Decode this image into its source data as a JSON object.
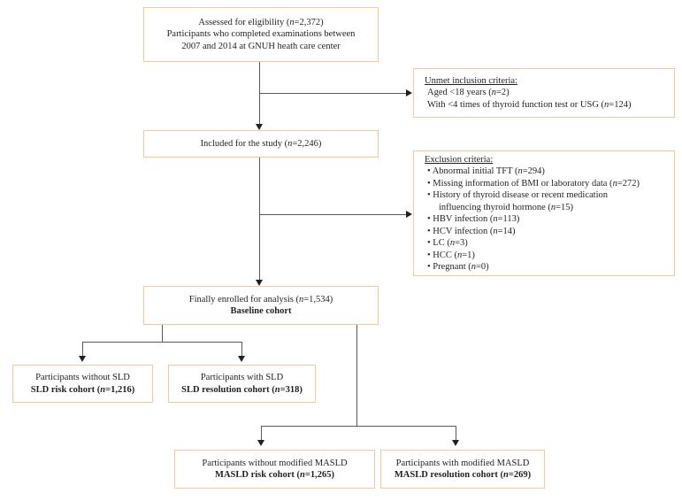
{
  "diagram": {
    "title": "Study participant flow diagram",
    "accent_color": "#f5c89a",
    "line_color": "#58595b",
    "text_color": "#231f20"
  },
  "boxes": {
    "assessed": {
      "name": "assessed-for-eligibility-box",
      "lines": [
        "Assessed for eligibility (n=2,372)",
        "Participants who completed examinations between",
        "2007 and 2014 at GNUH heath care center"
      ]
    },
    "unmet": {
      "name": "unmet-inclusion-criteria-box",
      "lines": [
        "Unmet inclusion criteria:",
        "Aged <18 years (n=2)",
        "With <4 times of thyroid function test or USG (n=124)"
      ]
    },
    "included": {
      "name": "included-for-study-box",
      "lines": [
        "Included for the study (n=2,246)"
      ]
    },
    "exclusion": {
      "name": "exclusion-criteria-box",
      "lines": [
        "Exclusion criteria:",
        "• Abnormal initial TFT (n=294)",
        "• Missing information of BMI or laboratory data (n=272)",
        "• History of thyroid disease or recent medication",
        "influencing thyroid hormone (n=15)",
        "• HBV infection (n=113)",
        "• HCV infection (n=14)",
        "• LC (n=3)",
        "• HCC (n=1)",
        "• Pregnant (n=0)"
      ]
    },
    "baseline": {
      "name": "baseline-cohort-box",
      "line1": "Finally enrolled for analysis (n=1,534)",
      "line2": "Baseline cohort"
    },
    "sld_risk": {
      "name": "sld-risk-cohort-box",
      "line1": "Participants without SLD",
      "line2": "SLD risk cohort (n=1,216)"
    },
    "sld_resolution": {
      "name": "sld-resolution-cohort-box",
      "line1": "Participants with SLD",
      "line2": "SLD resolution cohort (n=318)"
    },
    "masld_risk": {
      "name": "masld-risk-cohort-box",
      "line1": "Participants without modified MASLD",
      "line2": "MASLD risk cohort (n=1,265)"
    },
    "masld_resolution": {
      "name": "masld-resolution-cohort-box",
      "line1": "Participants with modified MASLD",
      "line2": "MASLD resolution cohort (n=269)"
    }
  },
  "counts": {
    "assessed": 2372,
    "aged_under_18": 2,
    "insufficient_tests": 124,
    "included": 2246,
    "abnormal_tft": 294,
    "missing_bmi_lab": 272,
    "thyroid_disease_medication": 15,
    "hbv": 113,
    "hcv": 14,
    "lc": 3,
    "hcc": 1,
    "pregnant": 0,
    "baseline": 1534,
    "sld_risk": 1216,
    "sld_resolution": 318,
    "masld_risk": 1265,
    "masld_resolution": 269
  }
}
